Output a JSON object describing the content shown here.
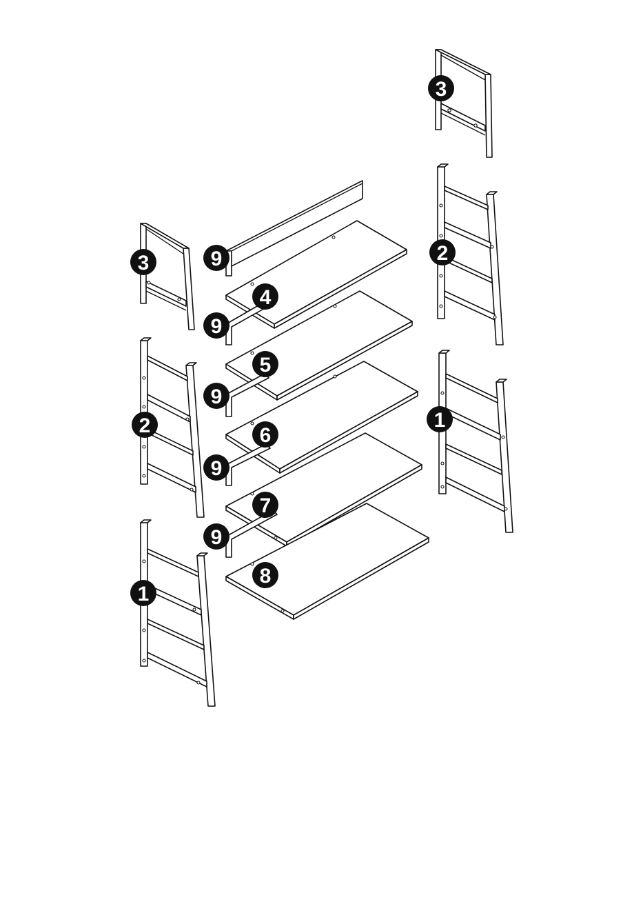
{
  "colors": {
    "line": "#111111",
    "badge": "#111111",
    "badge_text": "#ffffff",
    "background": "#ffffff"
  },
  "diagram": {
    "type": "exploded-assembly",
    "parts": [
      {
        "id": "left-top-frame",
        "label": "3"
      },
      {
        "id": "right-top-frame",
        "label": "3"
      },
      {
        "id": "left-mid-ladder",
        "label": "2"
      },
      {
        "id": "right-mid-ladder",
        "label": "2"
      },
      {
        "id": "left-bottom-ladder",
        "label": "1"
      },
      {
        "id": "right-bottom-ladder",
        "label": "1"
      },
      {
        "id": "shelf-a",
        "label": "4"
      },
      {
        "id": "shelf-b",
        "label": "5"
      },
      {
        "id": "shelf-c",
        "label": "6"
      },
      {
        "id": "shelf-d",
        "label": "7"
      },
      {
        "id": "shelf-e",
        "label": "8"
      },
      {
        "id": "back-rail-1",
        "label": "9"
      },
      {
        "id": "back-rail-2",
        "label": "9"
      },
      {
        "id": "back-rail-3",
        "label": "9"
      },
      {
        "id": "back-rail-4",
        "label": "9"
      },
      {
        "id": "back-rail-5",
        "label": "9"
      }
    ]
  }
}
